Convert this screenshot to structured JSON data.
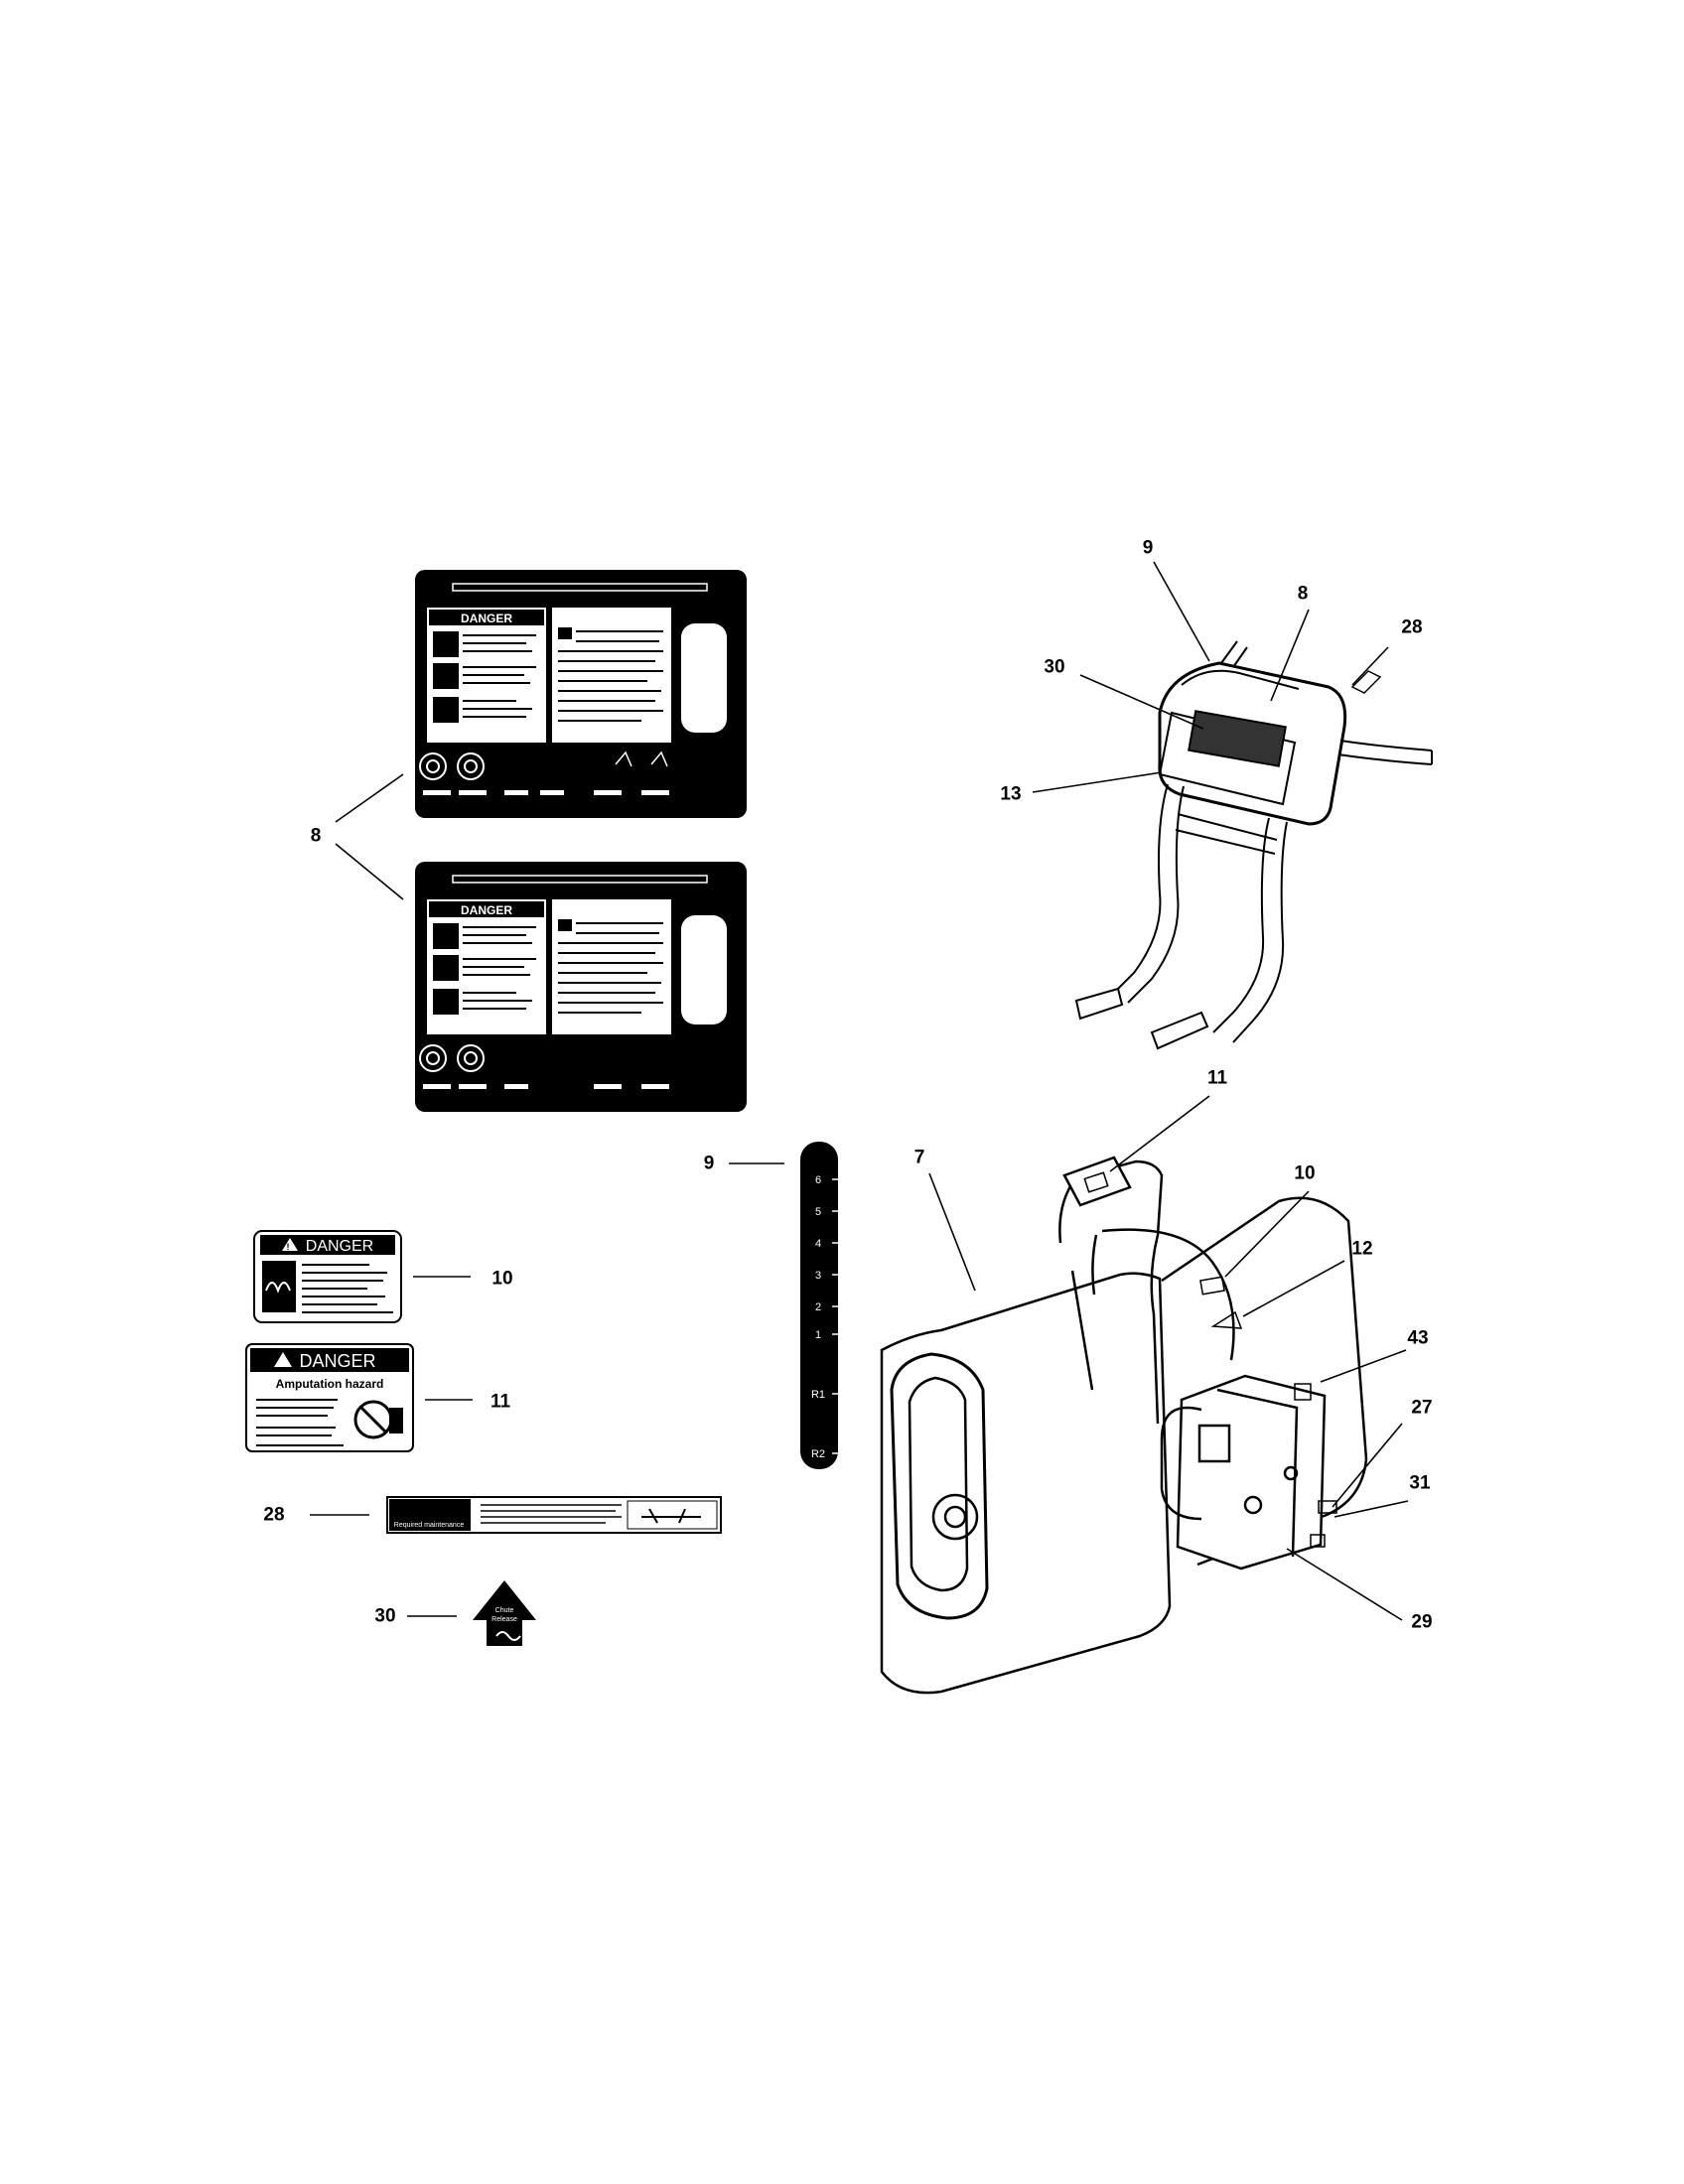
{
  "callouts": {
    "c8_left": "8",
    "c9_top": "9",
    "c8_top": "8",
    "c28_top": "28",
    "c30_top": "30",
    "c13": "13",
    "c11_top": "11",
    "c7": "7",
    "c10_right": "10",
    "c12": "12",
    "c43": "43",
    "c27": "27",
    "c31": "31",
    "c29": "29",
    "c9_mid": "9",
    "c10_left": "10",
    "c11_left": "11",
    "c28_left": "28",
    "c30_left": "30"
  },
  "labels": {
    "danger": "DANGER",
    "amputation_hazard": "Amputation hazard",
    "required_maintenance": "Required maintenance",
    "chute_release_1": "Chute",
    "chute_release_2": "Release",
    "speed_marks": [
      "6",
      "5",
      "4",
      "3",
      "2",
      "1",
      "R1",
      "R2"
    ]
  }
}
